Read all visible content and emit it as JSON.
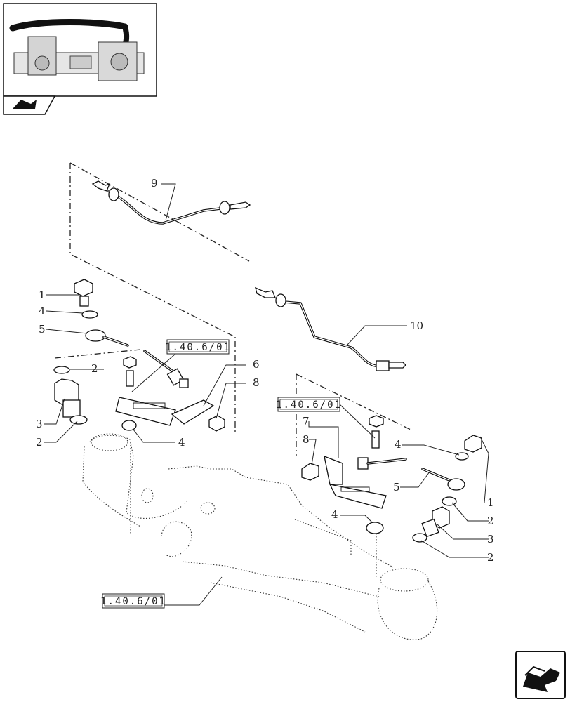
{
  "thumbnail": {
    "icon": "axle-assembly-thumbnail"
  },
  "nav_badge": {
    "icon": "section-arrow-icon"
  },
  "next_button": {
    "icon": "next-page-arrow-icon"
  },
  "callouts": {
    "c1_left": "1",
    "c4_left": "4",
    "c5_left": "5",
    "c2_left_top": "2",
    "c3_left": "3",
    "c2_left_bot": "2",
    "c4_mid": "4",
    "c6": "6",
    "c8_left": "8",
    "c9": "9",
    "c10": "10",
    "c7": "7",
    "c8_right": "8",
    "c4_right_top": "4",
    "c5_right": "5",
    "c4_right_bot": "4",
    "c1_right": "1",
    "c2_right_top": "2",
    "c3_right": "3",
    "c2_right_bot": "2"
  },
  "references": {
    "ref_a": "1.40.6/01",
    "ref_b": "1.40.6/01",
    "ref_c": "1.40.6/01"
  }
}
